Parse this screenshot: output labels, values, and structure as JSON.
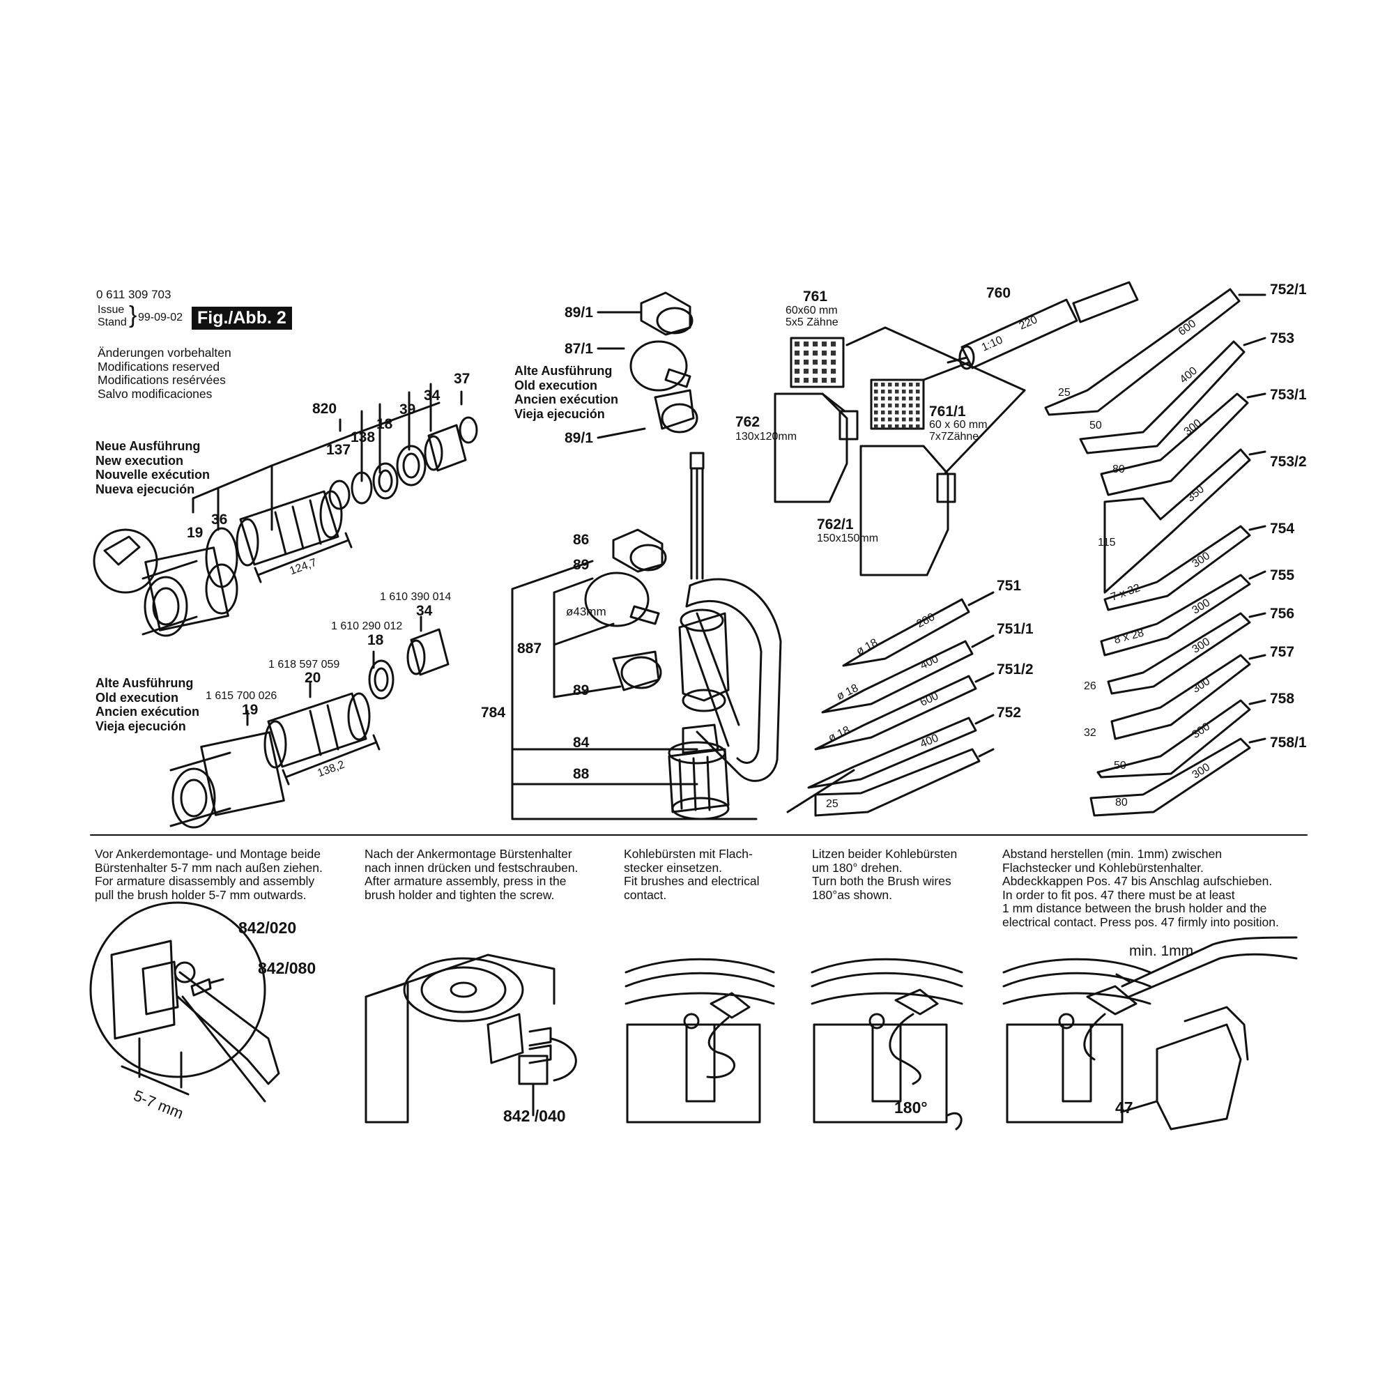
{
  "header": {
    "part_number": "0 611 309 703",
    "issue_label": "Issue",
    "stand_label": "Stand",
    "date": "99-09-02",
    "figure_label": "Fig./Abb. 2",
    "notice": [
      "Änderungen vorbehalten",
      "Modifications reserved",
      "Modifications resérvées",
      "Salvo modificaciones"
    ]
  },
  "execution": {
    "new": [
      "Neue Ausführung",
      "New execution",
      "Nouvelle exécution",
      "Nueva ejecución"
    ],
    "old": [
      "Alte Ausführung",
      "Old execution",
      "Ancien exécution",
      "Vieja ejecución"
    ]
  },
  "left_labels": {
    "p820": "820",
    "p137": "137",
    "p138": "138",
    "p18a": "18",
    "p39": "39",
    "p34a": "34",
    "p37": "37",
    "p19a": "19",
    "p36": "36",
    "dim1": "124,7",
    "pn_34": "1 610 390 014",
    "p34b": "34",
    "pn_18": "1 610 290 012",
    "p18b": "18",
    "pn_20": "1 618 597 059",
    "p20": "20",
    "pn_19": "1 615 700 026",
    "p19b": "19",
    "dim2": "138,2"
  },
  "middle_labels": {
    "p891a": "89/1",
    "p871": "87/1",
    "p891b": "89/1",
    "p86": "86",
    "p89a": "89",
    "dia": "ø43mm",
    "p887": "887",
    "p89b": "89",
    "p784": "784",
    "p84": "84",
    "p88": "88"
  },
  "pads": {
    "p761": "761",
    "p761_size": "60x60 mm",
    "p761_teeth": "5x5 Zähne",
    "p760": "760",
    "p760_ratio": "1:10",
    "p760_len": "220",
    "p762": "762",
    "p762_size": "130x120mm",
    "p7611": "761/1",
    "p7611_size": "60 x 60 mm",
    "p7611_teeth": "7x7Zähne",
    "p7621": "762/1",
    "p7621_size": "150x150mm"
  },
  "chisels_mid": [
    {
      "part": "751",
      "len": "280",
      "dia": "ø 18"
    },
    {
      "part": "751/1",
      "len": "400",
      "dia": "ø 18"
    },
    {
      "part": "751/2",
      "len": "600",
      "dia": "ø 18"
    },
    {
      "part": "752",
      "len": "400",
      "width": "25"
    }
  ],
  "chisels_right": [
    {
      "part": "752/1",
      "len": "600",
      "width": "25"
    },
    {
      "part": "753",
      "len": "400",
      "width": "50"
    },
    {
      "part": "753/1",
      "len": "300",
      "width": "80"
    },
    {
      "part": "753/2",
      "len": "350",
      "width": "115"
    },
    {
      "part": "754",
      "len": "300",
      "width": "7 x 32"
    },
    {
      "part": "755",
      "len": "300",
      "width": "8 x 28"
    },
    {
      "part": "756",
      "len": "300",
      "width": "26"
    },
    {
      "part": "757",
      "len": "300",
      "width": "32"
    },
    {
      "part": "758",
      "len": "300",
      "width": "50"
    },
    {
      "part": "758/1",
      "len": "300",
      "width": "80"
    }
  ],
  "instructions": [
    {
      "lines": [
        "Vor Ankerdemontage- und Montage beide",
        "Bürstenhalter 5-7 mm nach außen ziehen.",
        "For armature disassembly and assembly",
        "pull the brush holder 5-7 mm outwards."
      ]
    },
    {
      "lines": [
        "Nach der Ankermontage Bürstenhalter",
        "nach innen drücken und festschrauben.",
        "After armature assembly, press in the",
        "brush holder and tighten the screw."
      ]
    },
    {
      "lines": [
        "Kohlebürsten mit Flach-",
        "stecker einsetzen.",
        "Fit brushes and electrical",
        "contact."
      ]
    },
    {
      "lines": [
        "Litzen beider Kohlebürsten",
        "um 180° drehen.",
        "Turn both the Brush wires",
        "180°as shown."
      ]
    },
    {
      "lines": [
        "Abstand herstellen (min. 1mm) zwischen",
        "Flachstecker und Kohlebürstenhalter.",
        "Abdeckkappen Pos. 47 bis Anschlag aufschieben.",
        "In order to fit pos. 47 there must be at least",
        "1 mm distance between the brush holder and the",
        "electrical contact. Press pos. 47 firmly into position."
      ]
    }
  ],
  "bottom_labels": {
    "p842020": "842/020",
    "p842080": "842/080",
    "dim57": "5-7 mm",
    "p842040": "842 /040",
    "deg180": "180°",
    "min1": "min. 1mm",
    "p47": "47"
  }
}
